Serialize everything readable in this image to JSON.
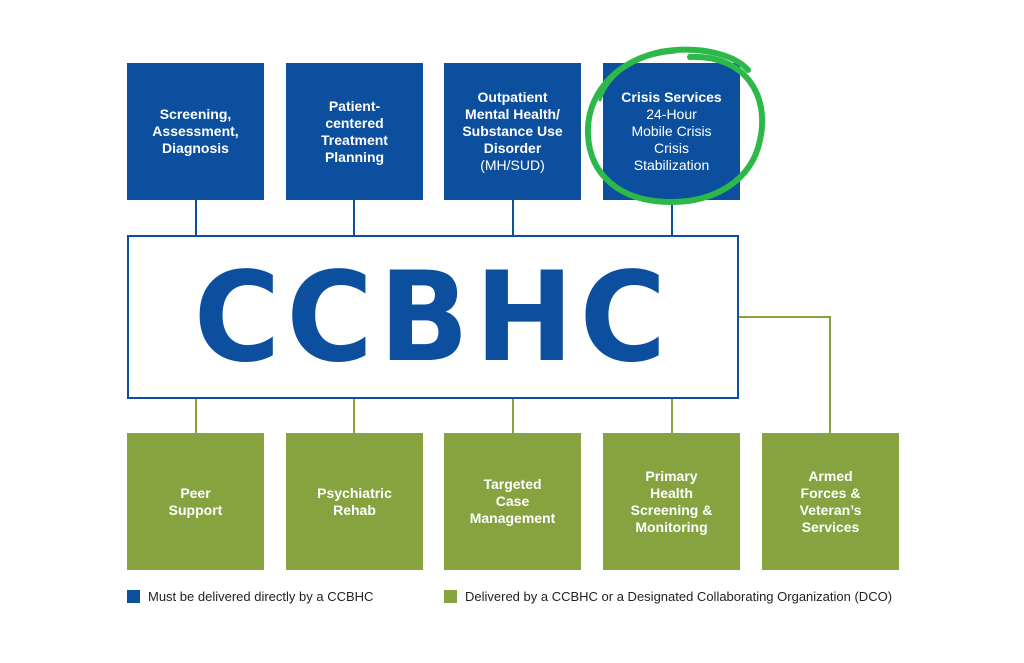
{
  "center_title": "CCBHC",
  "top_boxes": [
    {
      "lines": [
        {
          "text": "Screening,",
          "bold": true
        },
        {
          "text": "Assessment,",
          "bold": true
        },
        {
          "text": "Diagnosis",
          "bold": true
        }
      ]
    },
    {
      "lines": [
        {
          "text": "Patient-",
          "bold": true
        },
        {
          "text": "centered",
          "bold": true
        },
        {
          "text": "Treatment",
          "bold": true
        },
        {
          "text": "Planning",
          "bold": true
        }
      ]
    },
    {
      "lines": [
        {
          "text": "Outpatient",
          "bold": true
        },
        {
          "text": "Mental Health/",
          "bold": true
        },
        {
          "text": "Substance Use",
          "bold": true
        },
        {
          "text": "Disorder",
          "bold": true
        },
        {
          "text": "(MH/SUD)",
          "bold": false
        }
      ]
    },
    {
      "lines": [
        {
          "text": "Crisis Services",
          "bold": true
        },
        {
          "text": "24-Hour",
          "bold": false
        },
        {
          "text": "Mobile Crisis",
          "bold": false
        },
        {
          "text": "Crisis",
          "bold": false
        },
        {
          "text": "Stabilization",
          "bold": false
        }
      ]
    }
  ],
  "bottom_boxes": [
    {
      "lines": [
        {
          "text": "Peer",
          "bold": true
        },
        {
          "text": "Support",
          "bold": true
        }
      ]
    },
    {
      "lines": [
        {
          "text": "Psychiatric",
          "bold": true
        },
        {
          "text": "Rehab",
          "bold": true
        }
      ]
    },
    {
      "lines": [
        {
          "text": "Targeted",
          "bold": true
        },
        {
          "text": "Case",
          "bold": true
        },
        {
          "text": "Management",
          "bold": true
        }
      ]
    },
    {
      "lines": [
        {
          "text": "Primary",
          "bold": true
        },
        {
          "text": "Health",
          "bold": true
        },
        {
          "text": "Screening &",
          "bold": true
        },
        {
          "text": "Monitoring",
          "bold": true
        }
      ]
    },
    {
      "lines": [
        {
          "text": "Armed",
          "bold": true
        },
        {
          "text": "Forces &",
          "bold": true
        },
        {
          "text": "Veteran’s",
          "bold": true
        },
        {
          "text": "Services",
          "bold": true
        }
      ]
    }
  ],
  "legend": [
    {
      "color": "#0c4f9e",
      "label": "Must be delivered directly by a CCBHC"
    },
    {
      "color": "#86a33f",
      "label": "Delivered by a CCBHC or a Designated Collaborating Organization (DCO)"
    }
  ],
  "colors": {
    "blue": "#0c4f9e",
    "green": "#86a33f",
    "highlight": "#2db84a"
  }
}
